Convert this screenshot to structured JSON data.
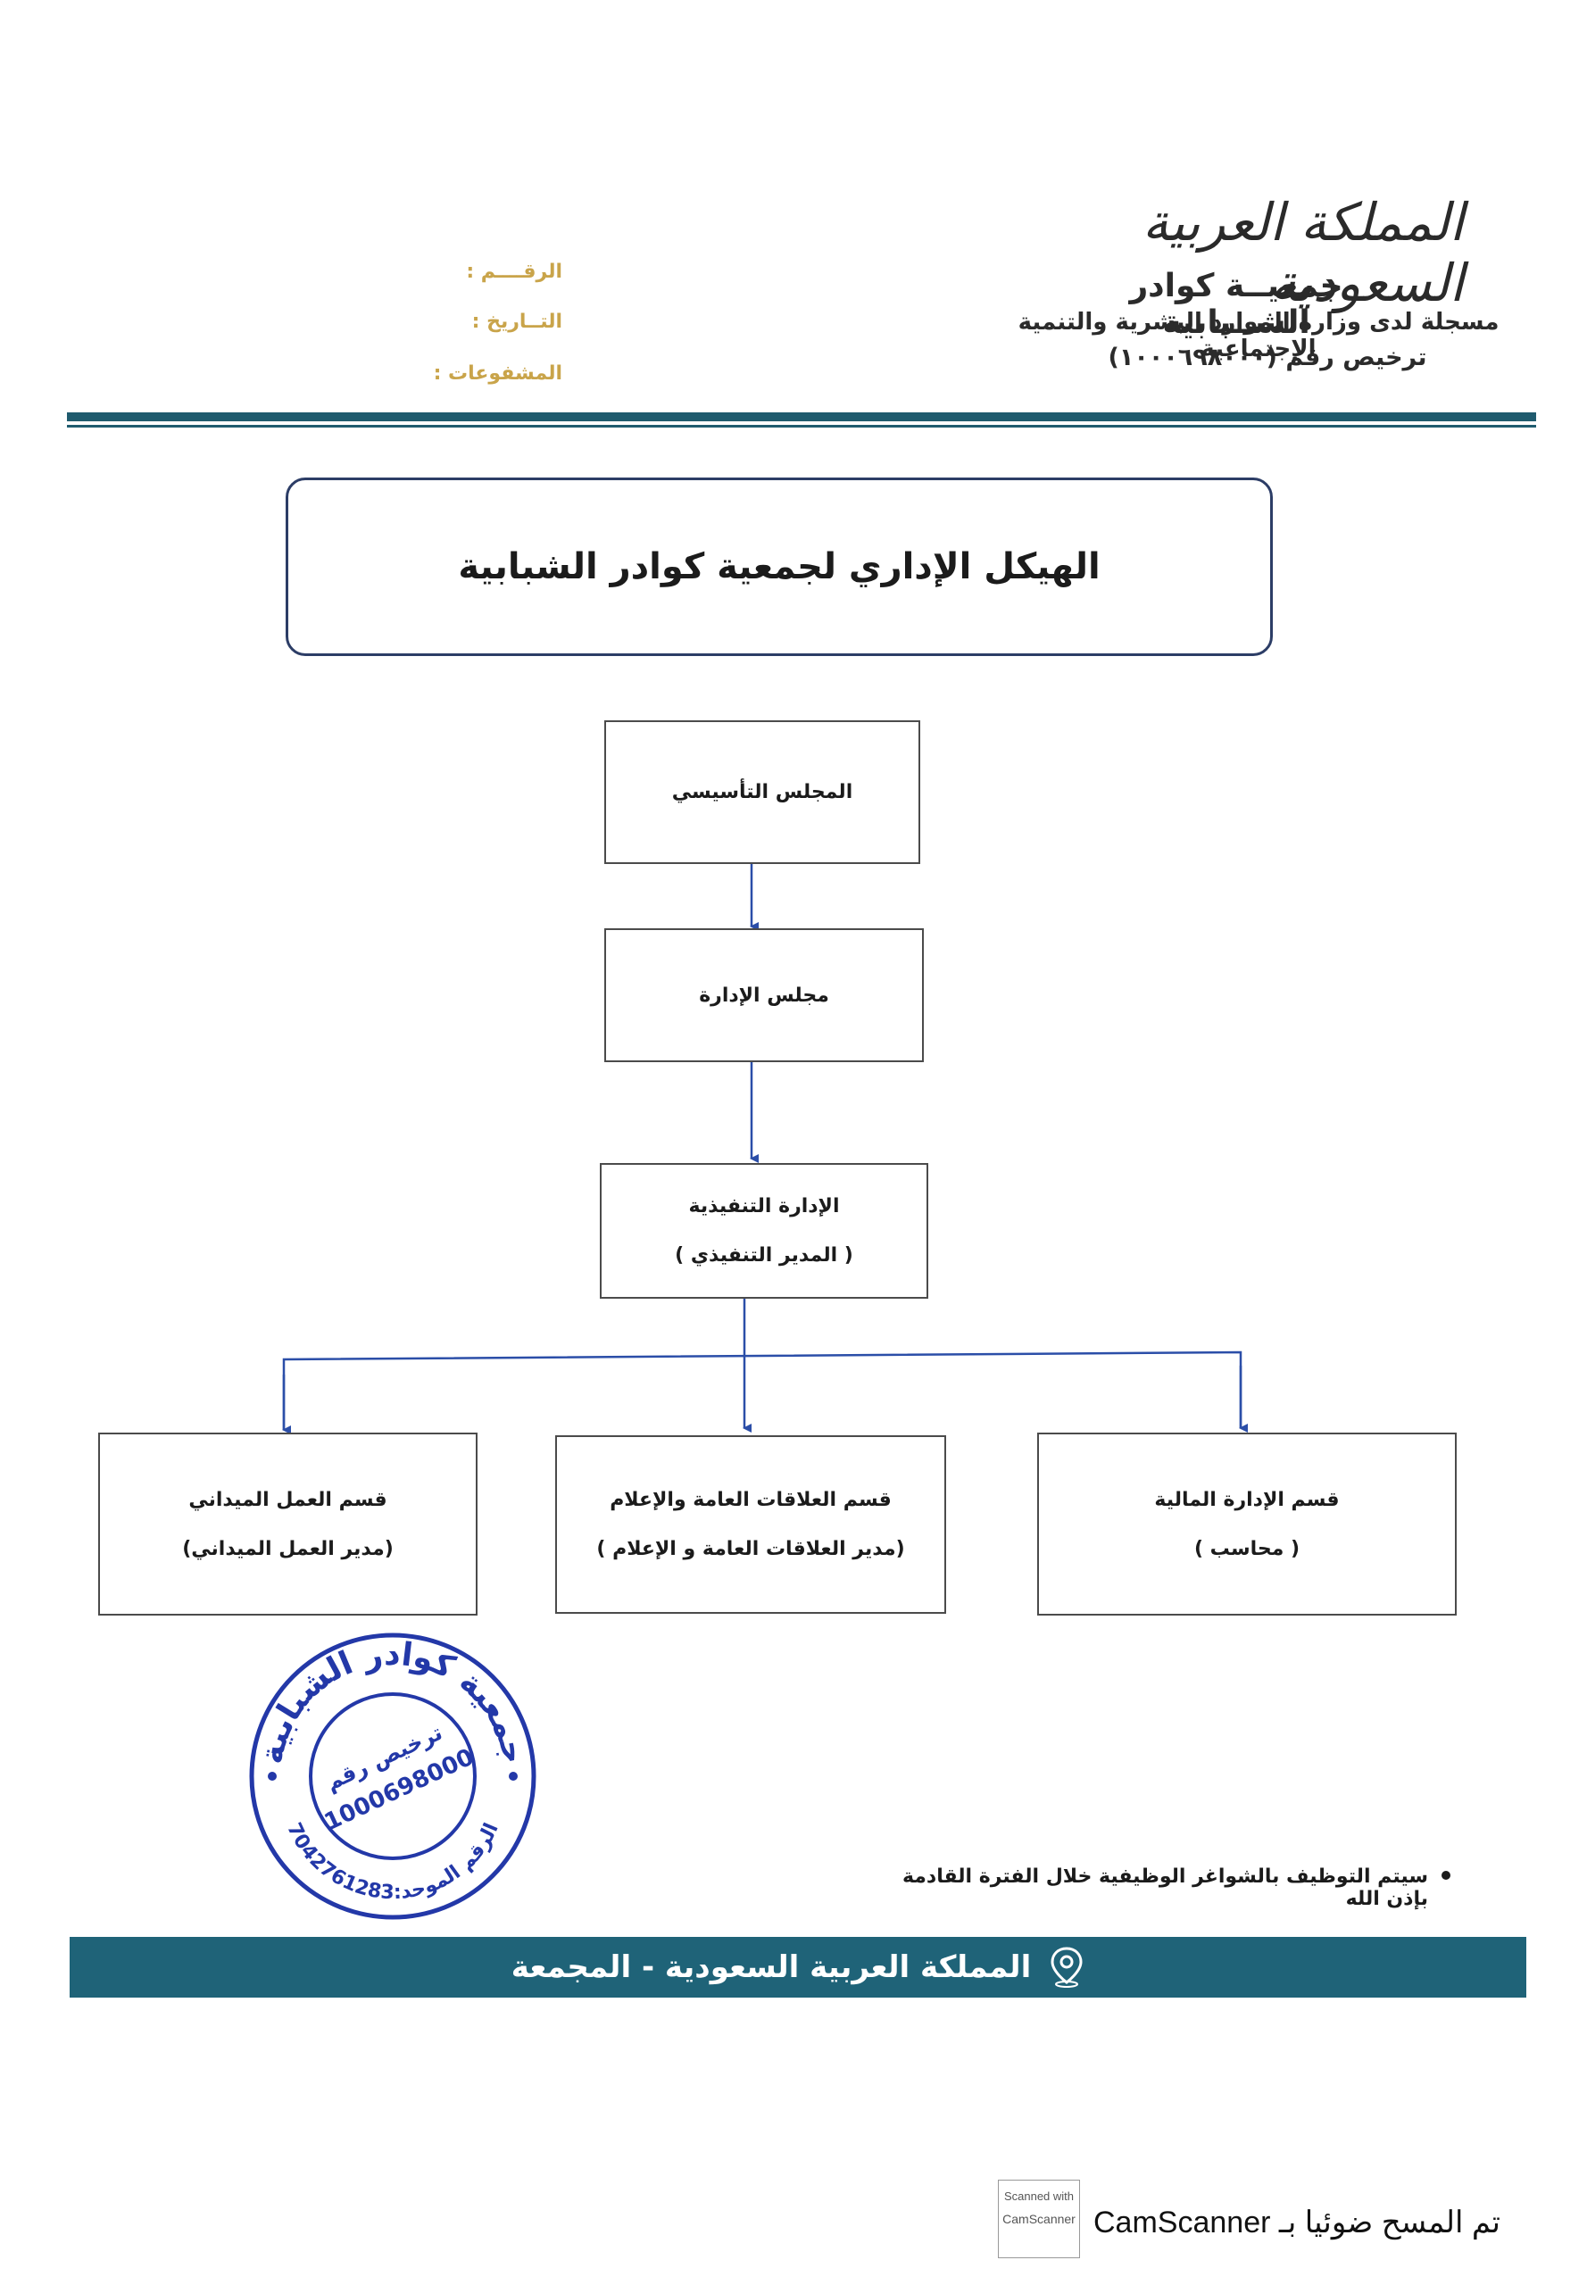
{
  "header": {
    "kingdom": "المملكة العربية السعودية",
    "org_name": "جمعيــة كوادر الشــبابية",
    "registration": "مسجلة لدى وزارة الموارد البشرية والتنمية الإجتماعية",
    "license": "ترخيص رقم (١٠٠٠٦٩٨٠٠٠)",
    "meta": {
      "number_label": "الرقــــم :",
      "date_label": "التــاريخ :",
      "attachments_label": "المشفوعات :"
    }
  },
  "document": {
    "title": "الهيكل الإداري لجمعية كوادر الشبابية"
  },
  "org_chart": {
    "founding_council": "المجلس التأسيسي",
    "board": "مجلس الإدارة",
    "executive": {
      "title": "الإدارة التنفيذية",
      "role": "( المدير التنفيذي )"
    },
    "departments": [
      {
        "title": "قسم الإدارة المالية",
        "role": "( محاسب )"
      },
      {
        "title": "قسم العلاقات العامة والإعلام",
        "role": "(مدير العلاقات العامة و الإعلام )"
      },
      {
        "title": "قسم العمل الميداني",
        "role": "(مدير العمل الميداني)"
      }
    ]
  },
  "stamp": {
    "outer_top": "جمعية كوادر الشبابية",
    "outer_bottom": "الرقم الموحد:7042761283",
    "inner_line1": "ترخيص رقم",
    "inner_line2": "1000698000"
  },
  "note": "سيتم التوظيف بالشواغر الوظيفية خلال الفترة القادمة بإذن الله",
  "footer": {
    "location": "المملكة العربية السعودية - المجمعة",
    "icon": "location-pin-icon",
    "color": "#1f6378"
  },
  "scanner": {
    "logo_line1": "Scanned with",
    "logo_line2": "CamScanner",
    "line": "CamScanner تم المسح ضوئيا بـ"
  }
}
